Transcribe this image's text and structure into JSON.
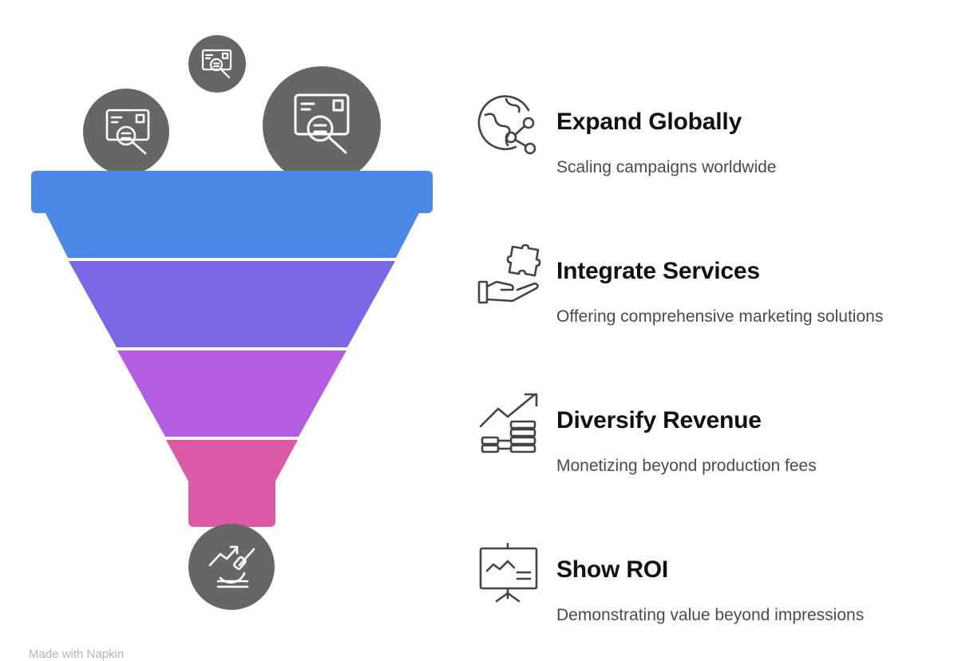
{
  "funnel": {
    "stage_colors": [
      "#4A89E6",
      "#7B66E6",
      "#B45CE2",
      "#DD5AA6"
    ],
    "bubble_color": "#666666",
    "icon_color": "#ffffff",
    "top_bubbles": [
      {
        "icon": "search-document-icon"
      },
      {
        "icon": "search-document-icon"
      },
      {
        "icon": "search-document-icon"
      }
    ],
    "bottom_bubble": {
      "icon": "microscope-growth-icon"
    }
  },
  "items": [
    {
      "title": "Expand Globally",
      "description": "Scaling campaigns worldwide",
      "icon": "globe-share-icon"
    },
    {
      "title": "Integrate Services",
      "description": "Offering comprehensive marketing solutions",
      "icon": "hand-puzzle-icon"
    },
    {
      "title": "Diversify Revenue",
      "description": "Monetizing beyond production fees",
      "icon": "growth-coins-icon"
    },
    {
      "title": "Show ROI",
      "description": "Demonstrating value beyond impressions",
      "icon": "presentation-board-icon"
    }
  ],
  "footer": {
    "text": "Made with Napkin"
  }
}
